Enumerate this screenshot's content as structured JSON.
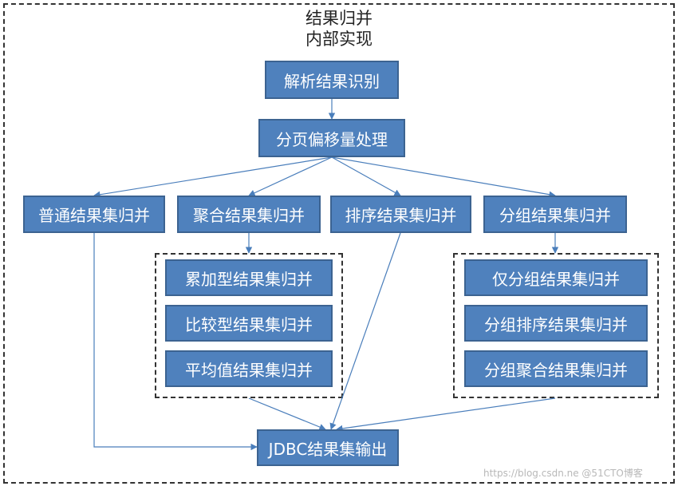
{
  "title": {
    "line1": "结果归并",
    "line2": "内部实现"
  },
  "nodes": {
    "parse": "解析结果识别",
    "paging": "分页偏移量处理",
    "normal": "普通结果集归并",
    "aggregate": "聚合结果集归并",
    "sort": "排序结果集归并",
    "group": "分组结果集归并",
    "accumulate": "累加型结果集归并",
    "compare": "比较型结果集归并",
    "average": "平均值结果集归并",
    "group_only": "仅分组结果集归并",
    "group_sort": "分组排序结果集归并",
    "group_aggregate": "分组聚合结果集归并",
    "output": "JDBC结果集输出"
  },
  "watermark": "https://blog.csdn.ne @51CTO博客",
  "colors": {
    "box_fill": "#4f81bd",
    "box_border": "#3c6391",
    "arrow": "#4a7ebb"
  }
}
